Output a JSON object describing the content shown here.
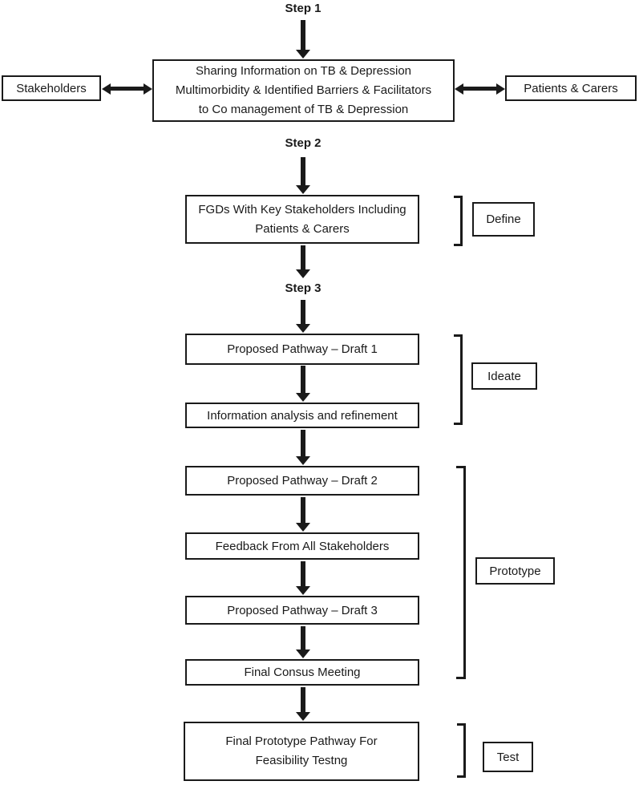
{
  "diagram": {
    "background": "#ffffff",
    "line_color": "#1a1a1a",
    "steps": {
      "s1": "Step 1",
      "s2": "Step 2",
      "s3": "Step 3"
    },
    "side_boxes": {
      "stakeholders": "Stakeholders",
      "patients_carers": "Patients & Carers"
    },
    "nodes": {
      "sharing": {
        "line1": "Sharing Information on TB & Depression",
        "line2": "Multimorbidity & Identified Barriers & Facilitators",
        "line3": "to Co management of TB & Depression"
      },
      "fgds": {
        "line1": "FGDs With Key Stakeholders Including",
        "line2": "Patients & Carers"
      },
      "draft1": "Proposed Pathway – Draft 1",
      "analysis": "Information analysis and refinement",
      "draft2": "Proposed Pathway – Draft 2",
      "feedback": "Feedback From All Stakeholders",
      "draft3": "Proposed Pathway – Draft 3",
      "consensus_meeting": "Final Consus Meeting",
      "final_prototype": {
        "line1": "Final Prototype Pathway For",
        "line2": "Feasibility Testng"
      }
    },
    "phase_labels": {
      "define": "Define",
      "ideate": "Ideate",
      "prototype": "Prototype",
      "test": "Test"
    }
  }
}
